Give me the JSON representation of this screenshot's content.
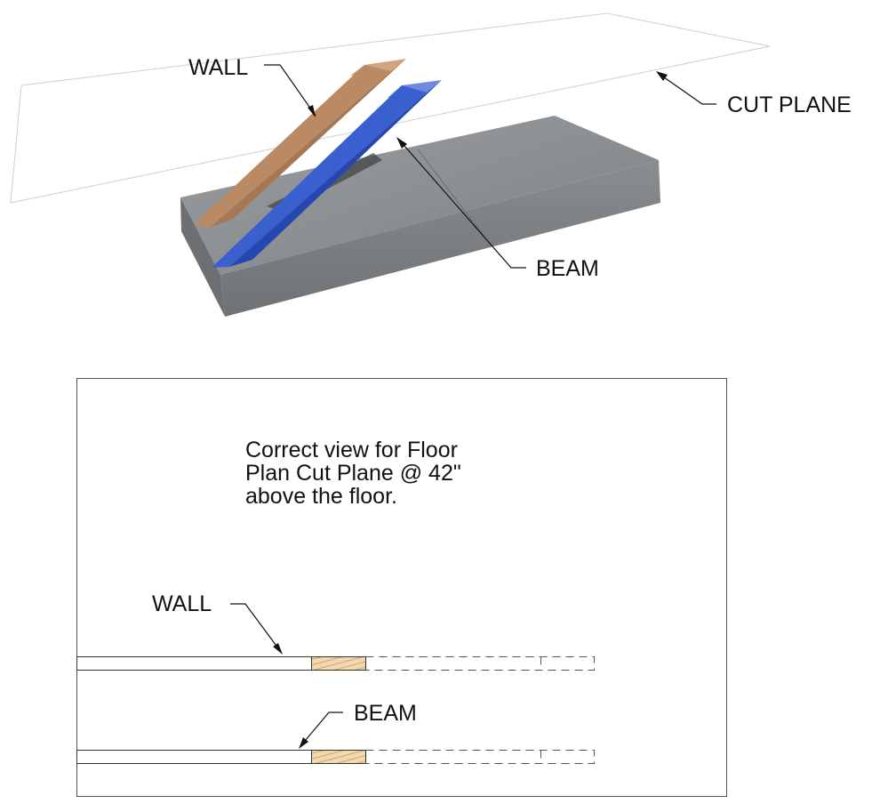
{
  "top_view": {
    "labels": {
      "wall": "WALL",
      "cut_plane": "CUT PLANE",
      "beam": "BEAM"
    },
    "colors": {
      "slab": "#8e9193",
      "wall": "#b98a63",
      "beam": "#3a5fcf",
      "cut_plane_line": "#c8c8c8"
    }
  },
  "plan_view": {
    "note_lines": [
      "Correct view for Floor",
      "Plan Cut Plane  @ 42\"",
      "above the floor."
    ],
    "labels": {
      "wall": "WALL",
      "beam": "BEAM"
    },
    "colors": {
      "cut_hatch": "#e8c89a",
      "hatch_line": "#c79a5a",
      "hidden_line": "#555555"
    }
  }
}
